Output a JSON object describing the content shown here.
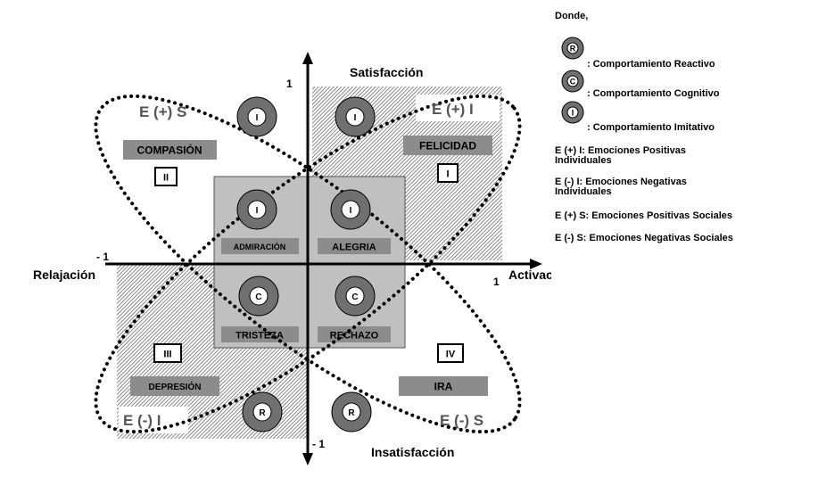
{
  "axes": {
    "top_label": "Satisfacción",
    "bottom_label": "Insatisfacción",
    "left_label": "Relajación",
    "right_label": "Activación",
    "y_top_tick": "1",
    "y_bottom_tick": "- 1",
    "x_left_tick": "- 1",
    "x_right_tick": "1"
  },
  "groups": {
    "e_pos_s": "E (+) S",
    "e_pos_i": "E (+) I",
    "e_neg_i": "E (-) I",
    "e_neg_s": "E (-) S"
  },
  "emotions": {
    "compasion": "COMPASIÓN",
    "felicidad": "FELICIDAD",
    "depresion": "DEPRESIÓN",
    "ira": "IRA",
    "admiracion": "ADMIRACIÓN",
    "alegria": "ALEGRIA",
    "tristeza": "TRISTEZA",
    "rechazo": "RECHAZO"
  },
  "quadrants": {
    "q1": "I",
    "q2": "II",
    "q3": "III",
    "q4": "IV"
  },
  "markers": {
    "imitativo": "I",
    "cognitivo": "C",
    "reactivo": "R"
  },
  "legend": {
    "title": "Donde,",
    "r_symbol": "R",
    "c_symbol": "C",
    "i_symbol": "I",
    "r_text": ": Comportamiento Reactivo",
    "c_text": ": Comportamiento Cognitivo",
    "i_text": ": Comportamiento Imitativo",
    "epi": "E (+) I: Emociones Positivas Individuales",
    "eni": "E (-) I: Emociones Negativas Individuales",
    "eps": "E (+) S: Emociones Positivas Sociales",
    "ens": "E (-) S: Emociones Negativas Sociales"
  },
  "colors": {
    "hatch": "#9a9a9a",
    "inner_square": "#c0c0c0",
    "label_box": "#8c8c8c",
    "donut_outer": "#707070",
    "axis": "#000000"
  }
}
